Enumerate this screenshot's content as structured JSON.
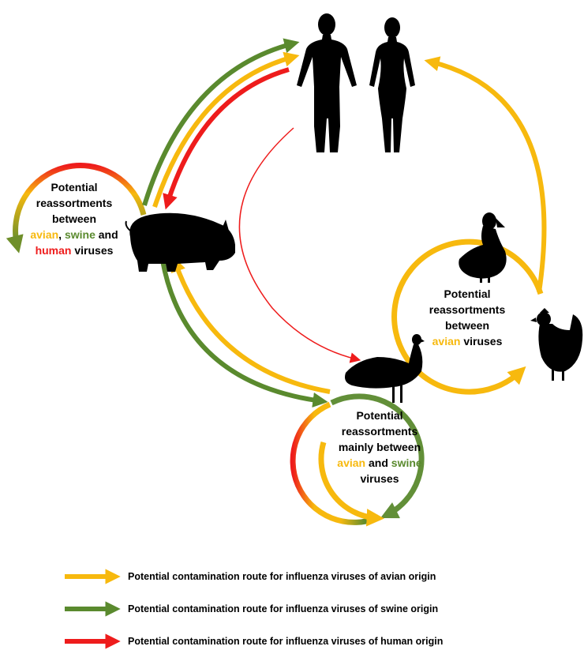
{
  "colors": {
    "avian": "#F7B90E",
    "swine": "#5A8A2E",
    "human": "#EE1C1C",
    "silhouette": "#000000"
  },
  "icons": [
    "man-silhouette-icon",
    "woman-silhouette-icon",
    "pig-silhouette-icon",
    "duck-silhouette-icon",
    "chicken-silhouette-icon",
    "turkey-silhouette-icon"
  ],
  "pig_cycle": {
    "l1": "Potential",
    "l2": "reassortments",
    "l3": "between",
    "l4_avian": "avian",
    "l4_sep": ", ",
    "l4_swine": "swine",
    "l4_and": " and",
    "l5_human": "human",
    "l5_rest": " viruses"
  },
  "poultry_cycle": {
    "l1": "Potential",
    "l2": "reassortments",
    "l3": "between",
    "l4_avian": "avian",
    "l4_rest": " viruses"
  },
  "turkey_cycle": {
    "l1": "Potential",
    "l2": "reassortments",
    "l3": "mainly between",
    "l4_avian": "avian",
    "l4_and": " and ",
    "l4_swine": "swine",
    "l5": "viruses"
  },
  "legend": [
    {
      "label": "Potential contamination route for influenza viruses of avian origin"
    },
    {
      "label": "Potential contamination route for influenza viruses of swine origin"
    },
    {
      "label": "Potential contamination route for influenza viruses of human origin"
    }
  ]
}
